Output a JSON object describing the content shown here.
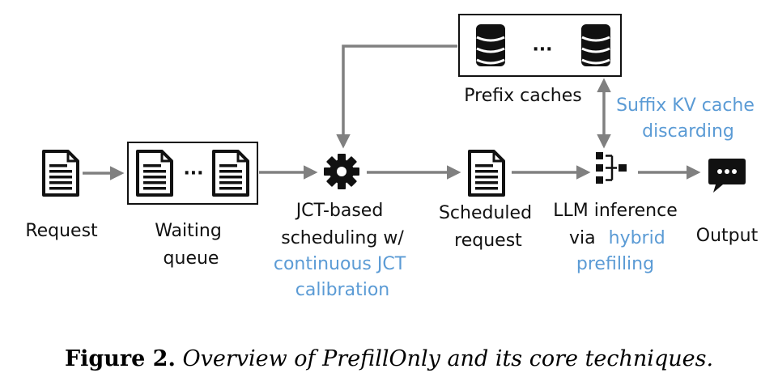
{
  "diagram": {
    "request_label": "Request",
    "waiting_queue_label": [
      "Waiting",
      "queue"
    ],
    "queue_ellipsis": "···",
    "scheduler_label": [
      "JCT-based",
      "scheduling w/"
    ],
    "scheduler_technique": [
      "continuous JCT",
      "calibration"
    ],
    "scheduled_label": [
      "Scheduled",
      "request"
    ],
    "inference_label": [
      "LLM inference"
    ],
    "inference_via": "via",
    "inference_technique": [
      "hybrid",
      "prefilling"
    ],
    "output_label": "Output",
    "prefix_caches_label": "Prefix caches",
    "cache_ellipsis": "···",
    "suffix_technique": [
      "Suffix KV cache",
      "discarding"
    ],
    "colors": {
      "arrow": "#808080",
      "technique_text": "#5b9bd5",
      "icon": "#111111"
    },
    "icons": [
      "document-icon",
      "gear-icon",
      "database-icon",
      "pipeline-icon",
      "chat-bubble-icon"
    ]
  },
  "caption": {
    "figure_number": "Figure 2.",
    "text": "Overview of PrefillOnly and its core techniques."
  }
}
